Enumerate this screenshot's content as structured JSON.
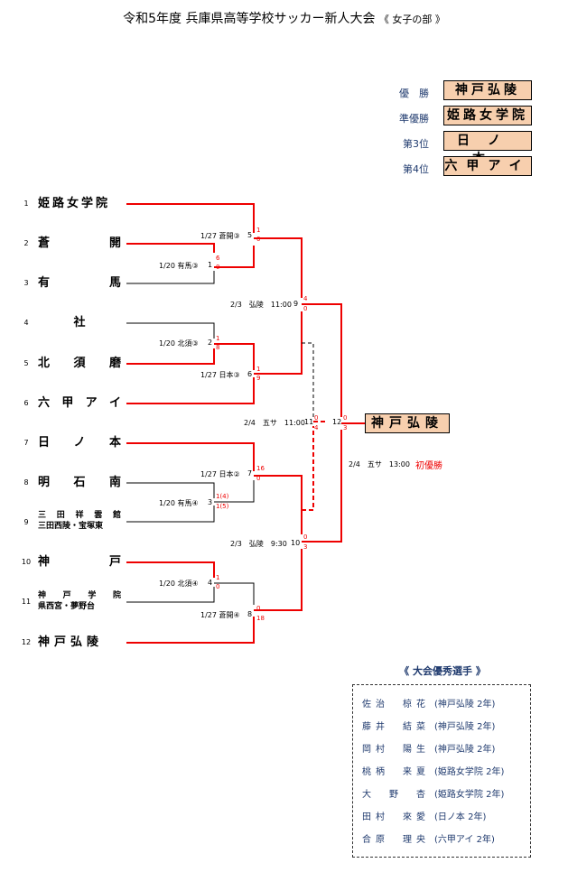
{
  "title": {
    "main": "令和5年度 兵庫県高等学校サッカー新人大会",
    "sub": "《 女子の部 》"
  },
  "rankings": [
    {
      "label": "優　勝",
      "team": "神戸弘陵"
    },
    {
      "label": "準優勝",
      "team": "姫路女学院"
    },
    {
      "label": "第3位",
      "team": "日ノ本"
    },
    {
      "label": "第4位",
      "team": "六甲アイ"
    }
  ],
  "teams": [
    {
      "num": "1",
      "name": "姫路女学院"
    },
    {
      "num": "2",
      "name": "蒼開"
    },
    {
      "num": "3",
      "name": "有馬"
    },
    {
      "num": "4",
      "name": "社"
    },
    {
      "num": "5",
      "name": "北須磨"
    },
    {
      "num": "6",
      "name": "六甲アイ"
    },
    {
      "num": "7",
      "name": "日ノ本"
    },
    {
      "num": "8",
      "name": "明石南"
    },
    {
      "num": "9",
      "name": "三田祥雲館",
      "name2": "三田西陵・宝塚東"
    },
    {
      "num": "10",
      "name": "神戸"
    },
    {
      "num": "11",
      "name": "神戸学院",
      "name2": "県西宮・夢野台"
    },
    {
      "num": "12",
      "name": "神戸弘陵"
    }
  ],
  "matches": [
    {
      "label": "1/20 有馬③",
      "num": "1",
      "top": "6",
      "bot": "0"
    },
    {
      "label": "1/20 北須③",
      "num": "2",
      "top": "1",
      "bot": "8"
    },
    {
      "label": "1/20 有馬④",
      "num": "3",
      "top": "1(4)",
      "bot": "1(5)"
    },
    {
      "label": "1/20 北須④",
      "num": "4",
      "top": "1",
      "bot": "0"
    },
    {
      "label": "1/27 蒼開③",
      "num": "5",
      "top": "1",
      "bot": "0"
    },
    {
      "label": "1/27 日本③",
      "num": "6",
      "top": "1",
      "bot": "9"
    },
    {
      "label": "1/27 日本②",
      "num": "7",
      "top": "16",
      "bot": "0"
    },
    {
      "label": "1/27 蒼開④",
      "num": "8",
      "top": "0",
      "bot": "18"
    },
    {
      "label": "2/3　弘陵　11:00",
      "num": "9",
      "top": "4",
      "bot": "0"
    },
    {
      "label": "2/3　弘陵　9:30",
      "num": "10",
      "top": "0",
      "bot": "3"
    },
    {
      "label": "2/4　五サ　11:00",
      "num": "11",
      "top": "0",
      "bot": "4"
    },
    {
      "label": "",
      "num": "12",
      "top": "0",
      "bot": "3"
    }
  ],
  "champion": "神戸弘陵",
  "final_info": "2/4　五サ　13:00",
  "first_win": "初優勝",
  "awards": {
    "title": "《 大会優秀選手 》",
    "players": [
      {
        "name": "佐治椋花",
        "school": "(神戸弘陵 2年)"
      },
      {
        "name": "藤井結菜",
        "school": "(神戸弘陵 2年)"
      },
      {
        "name": "岡村陽生",
        "school": "(神戸弘陵 2年)"
      },
      {
        "name": "桃柄来夏",
        "school": "(姫路女学院 2年)"
      },
      {
        "name": "大野杏",
        "school": "(姫路女学院 2年)"
      },
      {
        "name": "田村來愛",
        "school": "(日ノ本 2年)"
      },
      {
        "name": "合原理央",
        "school": "(六甲アイ 2年)"
      }
    ]
  },
  "colors": {
    "win_line": "#e00000",
    "lose_line": "#000000",
    "box_fill": "#f7cfae",
    "accent_text": "#1f3a6e"
  }
}
